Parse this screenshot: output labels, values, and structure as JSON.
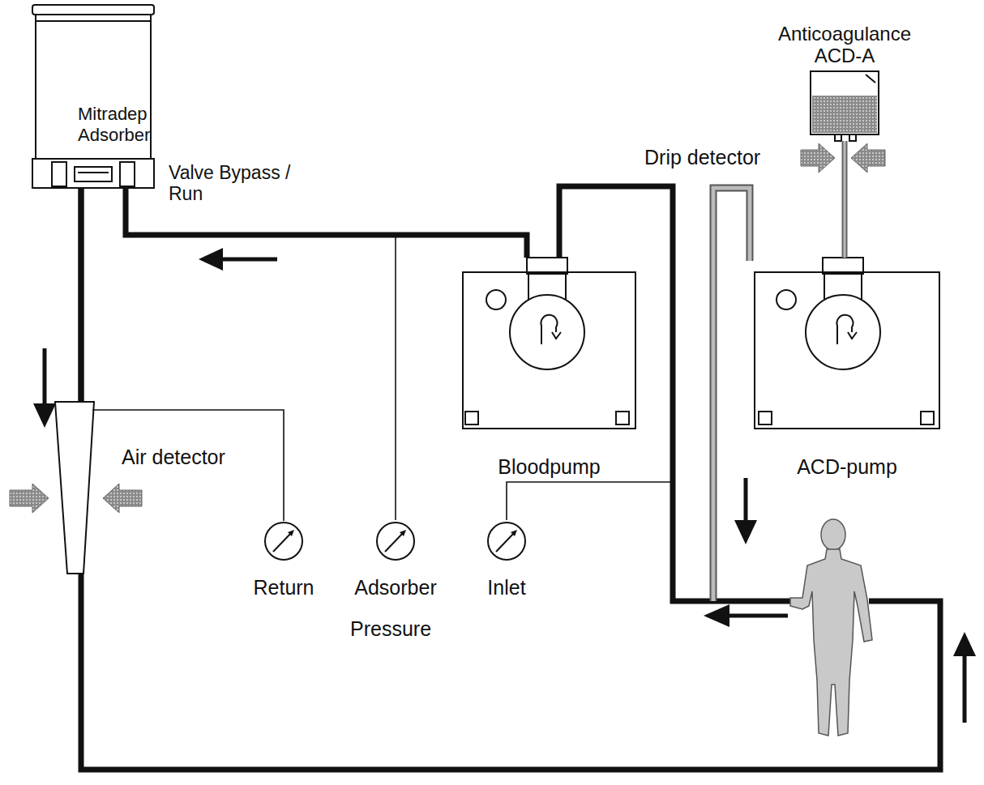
{
  "diagram": {
    "nodes": [
      {
        "text": [
          "Mitradep Adsorber"
        ]
      },
      {
        "text": [
          "Anticoagulance ACD-A"
        ]
      },
      {
        "text": [
          "Bloodpump"
        ]
      },
      {
        "text": [
          "ACD-pump"
        ]
      },
      {
        "text": [
          "Air detector"
        ]
      },
      {
        "text": [
          "Return"
        ]
      },
      {
        "text": [
          "Adsorber"
        ]
      },
      {
        "text": [
          "Inlet"
        ]
      }
    ],
    "edges": [
      {
        "from": 2,
        "to": 0,
        "arrow": "none"
      },
      {
        "from": 0,
        "to": 4,
        "arrow": "none"
      },
      {
        "from": 1,
        "to": 3,
        "arrow": "none"
      },
      {
        "from": 4,
        "to": 5,
        "arrow": "none"
      }
    ],
    "labels": [
      "Valve Bypass / Run",
      "Drip detector",
      "Pressure"
    ]
  }
}
